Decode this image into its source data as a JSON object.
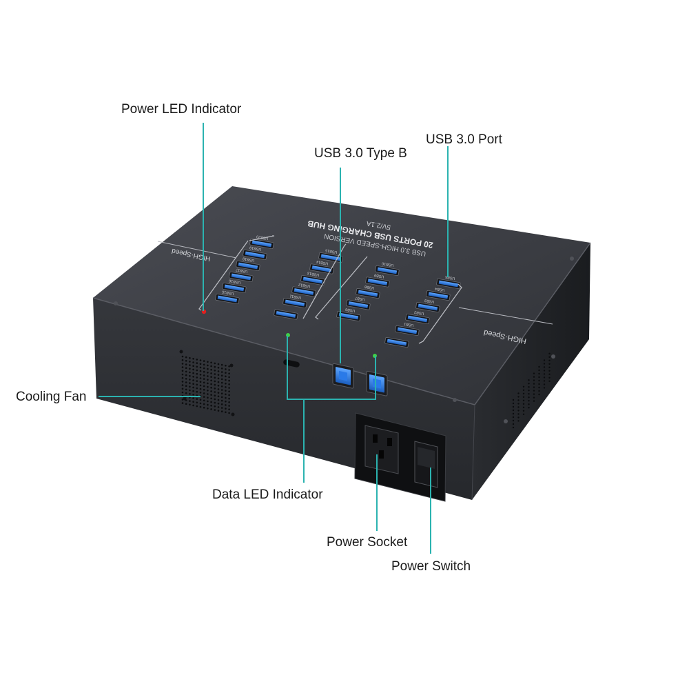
{
  "callouts": {
    "power_led": "Power LED Indicator",
    "usb_type_b": "USB 3.0 Type B",
    "usb_port": "USB 3.0 Port",
    "cooling_fan": "Cooling Fan",
    "data_led": "Data LED Indicator",
    "power_socket": "Power Socket",
    "power_switch": "Power Switch"
  },
  "device": {
    "title": "20 PORTS USB CHARGING HUB",
    "subtitle": "USB 3.0 HIGH-SPEED VERSION",
    "rating": "5V/2.1A",
    "speed_tag_left": "HIGH·Speed",
    "speed_tag_right": "HIGH·Speed",
    "port_labels": {
      "group_a": [
        "USB20",
        "USB19",
        "USB18",
        "USB17",
        "USB16",
        "USB15"
      ],
      "group_b": [
        "USB15",
        "USB14",
        "USB13",
        "USB12",
        "USB11"
      ],
      "group_c": [
        "USB10",
        "USB9",
        "USB8",
        "USB7",
        "USB6"
      ],
      "group_d": [
        "USB5",
        "USB4",
        "USB3",
        "USB2",
        "USB1"
      ]
    }
  },
  "colors": {
    "callout_line": "#2bb3b0",
    "usb_blue": "#1e73d8",
    "case_top": "#3a3c42",
    "case_front": "#2a2c31",
    "case_side": "#1f2125",
    "led_green": "#3fd14a",
    "led_red": "#e02020"
  }
}
